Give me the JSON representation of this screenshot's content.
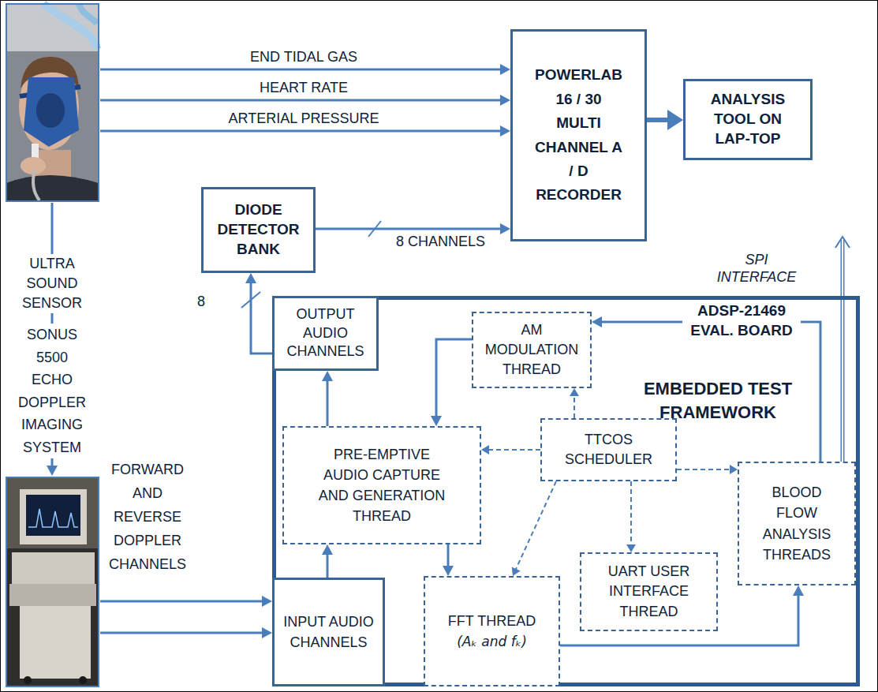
{
  "diagram": {
    "nodes": [
      {
        "text": [
          "POWERLAB 16 / 30 MULTI CHANNEL A / D RECORDER"
        ]
      },
      {
        "text": [
          "ANALYSIS TOOL ON LAP-TOP"
        ]
      },
      {
        "text": [
          "DIODE DETECTOR BANK"
        ]
      },
      {
        "text": [
          "ADSP-21469 EVAL. BOARD"
        ]
      },
      {
        "text": [
          "OUTPUT AUDIO CHANNELS"
        ],
        "in": 3
      },
      {
        "text": [
          "AM MODULATION THREAD"
        ],
        "in": 3
      },
      {
        "text": [
          "PRE-EMPTIVE AUDIO CAPTURE AND GENERATION THREAD"
        ],
        "in": 3
      },
      {
        "text": [
          "TTCOS SCHEDULER"
        ],
        "in": 3
      },
      {
        "text": [
          "BLOOD FLOW ANALYSIS THREADS"
        ],
        "in": 3
      },
      {
        "text": [
          "INPUT AUDIO CHANNELS"
        ],
        "in": 3
      },
      {
        "text": [
          "FFT THREAD",
          "(Aₖ and fₖ)"
        ],
        "in": 3
      },
      {
        "text": [
          "UART USER INTERFACE THREAD"
        ],
        "in": 3
      }
    ],
    "edges": [
      {
        "from": 0,
        "to": 1,
        "arrow": "to"
      },
      {
        "from": 2,
        "to": 0,
        "label": "8 CHANNELS",
        "arrow": "to"
      },
      {
        "from": 4,
        "to": 2,
        "label": "8",
        "arrow": "to"
      },
      {
        "from": 9,
        "to": 6,
        "arrow": "to"
      },
      {
        "from": 6,
        "to": 4,
        "arrow": "to"
      },
      {
        "from": 5,
        "to": 6,
        "arrow": "to"
      },
      {
        "from": 6,
        "to": 10,
        "arrow": "to"
      },
      {
        "from": 10,
        "to": 8,
        "arrow": "to"
      },
      {
        "from": 8,
        "to": 5,
        "arrow": "to"
      },
      {
        "from": 7,
        "to": 5,
        "arrow": "to"
      },
      {
        "from": 7,
        "to": 6,
        "arrow": "to"
      },
      {
        "from": 7,
        "to": 10,
        "arrow": "to"
      },
      {
        "from": 7,
        "to": 11,
        "arrow": "to"
      },
      {
        "from": 7,
        "to": 8,
        "arrow": "to"
      }
    ],
    "labels": [
      "END TIDAL GAS",
      "HEART RATE",
      "ARTERIAL PRESSURE",
      "ULTRA SOUND SENSOR",
      "SONUS 5500 ECHO DOPPLER IMAGING SYSTEM",
      "FORWARD AND REVERSE DOPPLER CHANNELS",
      "SPI INTERFACE",
      "EMBEDDED TEST FRAMEWORK"
    ]
  }
}
